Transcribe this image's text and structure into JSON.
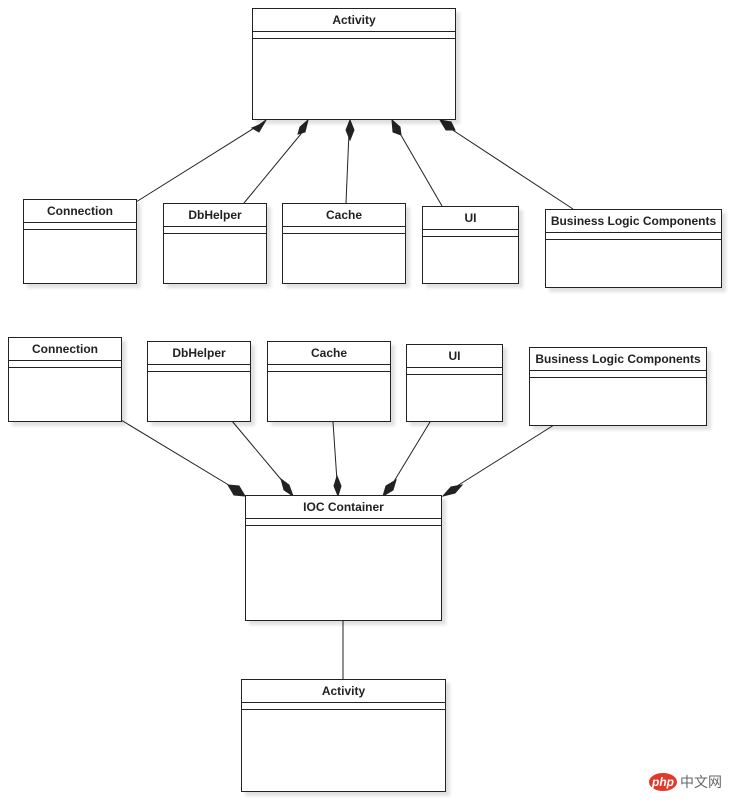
{
  "diagram_top": {
    "activity": "Activity",
    "connection": "Connection",
    "dbhelper": "DbHelper",
    "cache": "Cache",
    "ui": "UI",
    "blc": "Business Logic Components"
  },
  "diagram_bottom": {
    "connection": "Connection",
    "dbhelper": "DbHelper",
    "cache": "Cache",
    "ui": "UI",
    "blc": "Business Logic Components",
    "ioc": "IOC Container",
    "activity": "Activity"
  },
  "watermark": {
    "logo": "php",
    "text": "中文网"
  },
  "colors": {
    "line": "#222222",
    "logo": "#e23a2a"
  }
}
